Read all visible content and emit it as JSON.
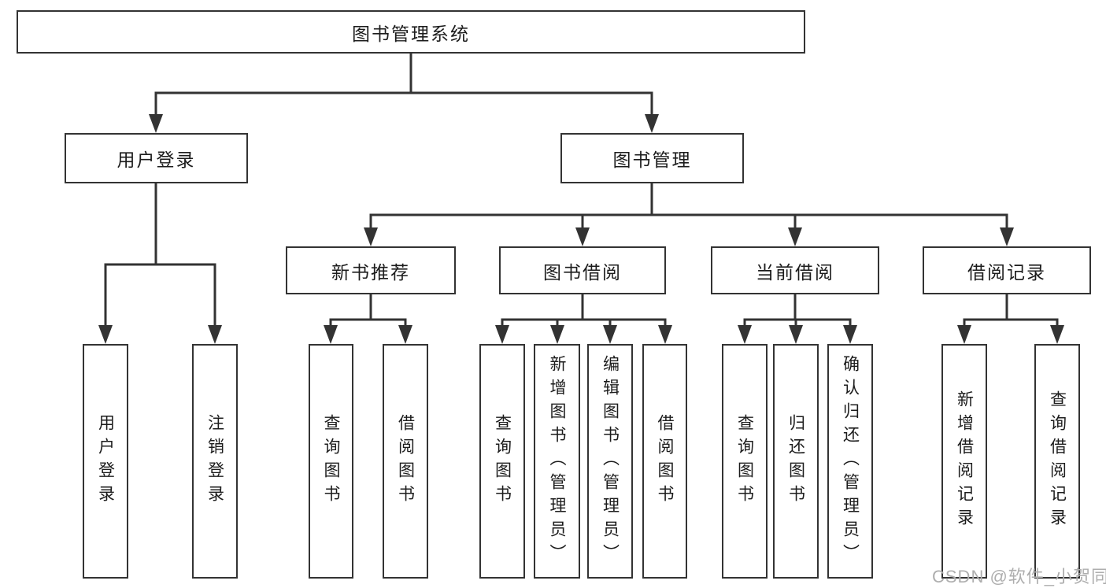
{
  "tree": {
    "label": "图书管理系统",
    "children": [
      {
        "label": "用户登录",
        "children": [
          {
            "label": "用户登录"
          },
          {
            "label": "注销登录"
          }
        ]
      },
      {
        "label": "图书管理",
        "children": [
          {
            "label": "新书推荐",
            "children": [
              {
                "label": "查询图书"
              },
              {
                "label": "借阅图书"
              }
            ]
          },
          {
            "label": "图书借阅",
            "children": [
              {
                "label": "查询图书"
              },
              {
                "label": "新增图书（管理员）"
              },
              {
                "label": "编辑图书（管理员）"
              },
              {
                "label": "借阅图书"
              }
            ]
          },
          {
            "label": "当前借阅",
            "children": [
              {
                "label": "查询图书"
              },
              {
                "label": "归还图书"
              },
              {
                "label": "确认归还（管理员）"
              }
            ]
          },
          {
            "label": "借阅记录",
            "children": [
              {
                "label": "新增借阅记录"
              },
              {
                "label": "查询借阅记录"
              }
            ]
          }
        ]
      }
    ]
  },
  "watermark": {
    "text": "CSDN @软件_小贺同学"
  },
  "colors": {
    "line": "#333333",
    "text": "#1c1c1c",
    "background": "#ffffff",
    "watermark": "#aeaeae"
  }
}
